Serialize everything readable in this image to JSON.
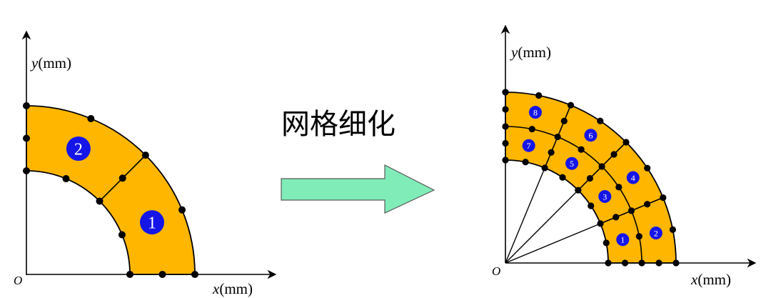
{
  "colors": {
    "fill": "#FFB600",
    "node": "#000000",
    "badge": "#1515E8",
    "arrow_fill": "#80EDB8",
    "line": "#000000"
  },
  "left_mesh": {
    "y_axis_var": "y",
    "y_axis_unit": "(mm)",
    "x_axis_var": "x",
    "x_axis_unit": "(mm)",
    "origin_label": "O",
    "elements": [
      "1",
      "2"
    ]
  },
  "arrow": {
    "label": "网格细化"
  },
  "right_mesh": {
    "y_axis_var": "y",
    "y_axis_unit": "(mm)",
    "x_axis_var": "x",
    "x_axis_unit": "(mm)",
    "origin_label": "O",
    "elements": [
      "1",
      "2",
      "3",
      "4",
      "5",
      "6",
      "7",
      "8"
    ]
  }
}
